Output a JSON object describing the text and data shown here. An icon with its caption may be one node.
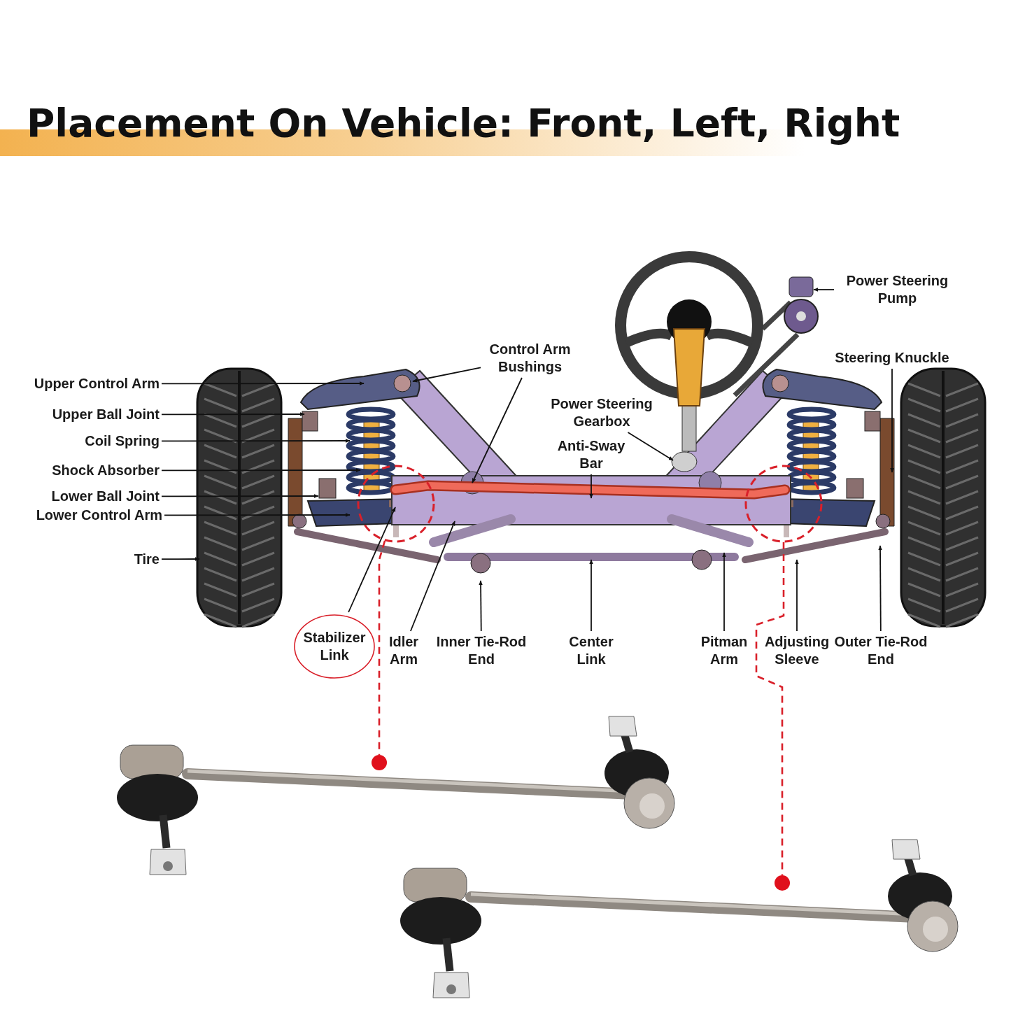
{
  "diagram": {
    "title": "Placement On Vehicle: Front, Left, Right",
    "nodes": [
      {
        "text": [
          "Upper Control Arm"
        ]
      },
      {
        "text": [
          "Upper Ball Joint"
        ]
      },
      {
        "text": [
          "Coil Spring"
        ]
      },
      {
        "text": [
          "Shock Absorber"
        ]
      },
      {
        "text": [
          "Lower Ball Joint"
        ]
      },
      {
        "text": [
          "Lower Control Arm"
        ]
      },
      {
        "text": [
          "Tire"
        ]
      },
      {
        "text": [
          "Control Arm Bushings"
        ]
      },
      {
        "text": [
          "Power Steering Pump"
        ]
      },
      {
        "text": [
          "Power Steering Gearbox"
        ]
      },
      {
        "text": [
          "Steering Knuckle"
        ]
      },
      {
        "text": [
          "Anti-Sway Bar"
        ]
      },
      {
        "text": [
          "Stabilizer Link"
        ]
      },
      {
        "text": [
          "Idler Arm"
        ]
      },
      {
        "text": [
          "Inner Tie-Rod End"
        ]
      },
      {
        "text": [
          "Center Link"
        ]
      },
      {
        "text": [
          "Pitman Arm"
        ]
      },
      {
        "text": [
          "Adjusting Sleeve"
        ]
      },
      {
        "text": [
          "Outer Tie-Rod End"
        ]
      },
      {
        "text": [],
        "shape": "circle"
      },
      {
        "text": [],
        "shape": "circle"
      },
      {
        "text": [],
        "shape": "bar"
      }
    ],
    "edges": [
      {
        "from": 0,
        "to": null,
        "arrow": "to"
      },
      {
        "from": 1,
        "to": null,
        "arrow": "to"
      },
      {
        "from": 2,
        "to": null,
        "arrow": "to"
      },
      {
        "from": 3,
        "to": null,
        "arrow": "to"
      },
      {
        "from": 4,
        "to": null,
        "arrow": "to"
      },
      {
        "from": 5,
        "to": null,
        "arrow": "to"
      },
      {
        "from": 6,
        "to": null,
        "arrow": "to"
      },
      {
        "from": 7,
        "to": null,
        "arrow": "to"
      },
      {
        "from": 7,
        "to": null,
        "arrow": "to"
      },
      {
        "from": 8,
        "to": null,
        "arrow": "to"
      },
      {
        "from": 9,
        "to": null,
        "arrow": "to"
      },
      {
        "from": 10,
        "to": null,
        "arrow": "to"
      },
      {
        "from": 11,
        "to": null,
        "arrow": "to"
      },
      {
        "from": 12,
        "to": null,
        "arrow": "to"
      },
      {
        "from": 13,
        "to": null,
        "arrow": "to"
      },
      {
        "from": 14,
        "to": null,
        "arrow": "to"
      },
      {
        "from": 15,
        "to": null,
        "arrow": "to"
      },
      {
        "from": 16,
        "to": null,
        "arrow": "to"
      },
      {
        "from": 17,
        "to": null,
        "arrow": "to"
      },
      {
        "from": 18,
        "to": null,
        "arrow": "to"
      },
      {
        "from": null,
        "to": 19,
        "arrow": "none",
        "style": "dashed",
        "color": "#d9202a"
      },
      {
        "from": null,
        "to": 20,
        "arrow": "none",
        "style": "dashed",
        "color": "#d9202a"
      }
    ]
  }
}
